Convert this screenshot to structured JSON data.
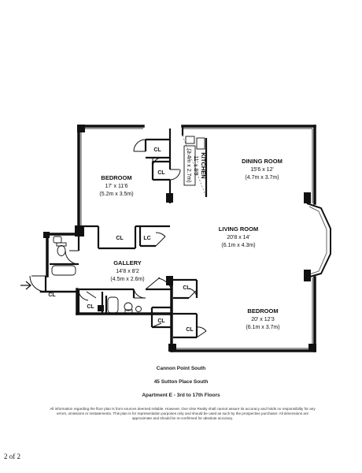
{
  "rooms": {
    "bedroom_1": {
      "name": "BEDROOM",
      "dim_imperial": "17' x 11'6",
      "dim_metric": "(5.2m x 3.5m)"
    },
    "kitchen": {
      "name": "KITCHEN",
      "dim_imperial": "11' x 8'9",
      "dim_metric": "(3.4m x 2.7m)"
    },
    "dining": {
      "name": "DINING ROOM",
      "dim_imperial": "15'6 x 12'",
      "dim_metric": "(4.7m x 3.7m)"
    },
    "living": {
      "name": "LIVING ROOM",
      "dim_imperial": "20'8 x 14'",
      "dim_metric": "(6.1m x 4.3m)"
    },
    "gallery": {
      "name": "GALLERY",
      "dim_imperial": "14'8 x 8'2",
      "dim_metric": "(4.5m x 2.6m)"
    },
    "bedroom_2": {
      "name": "BEDROOM",
      "dim_imperial": "20' x 12'3",
      "dim_metric": "(6.1m x 3.7m)"
    }
  },
  "closets": {
    "cl": "CL",
    "lc": "LC"
  },
  "caption": {
    "building": "Cannon Point South",
    "address": "45 Sutton Place South",
    "unit": "Apartment E - 3rd to 17th Floors"
  },
  "disclaimer": "All information regarding the floor plan is from sources deemed reliable. However, Ove Ulse Realty shall cannot assure its accuracy and holds no responsibility for any errors, omissions or mistatements. This plan is for representation purposes only and should be used as such by the prospective purchaser. All dimensions are approximate and should be re-confirmed for absolute accuracy.",
  "page_number": "2 of 2",
  "colors": {
    "ink": "#111111",
    "window": "#666666",
    "paper": "#ffffff"
  }
}
